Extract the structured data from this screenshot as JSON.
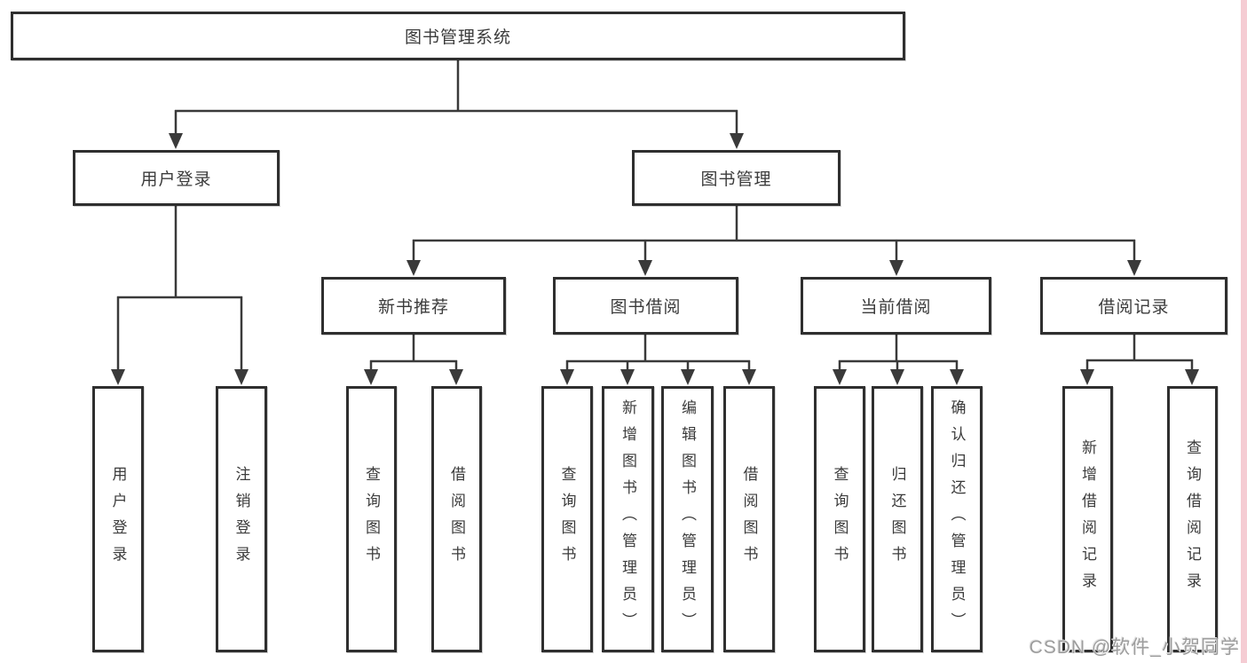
{
  "diagram": {
    "title": "图书管理系统",
    "branches": [
      {
        "label": "用户登录",
        "children": [
          {
            "label": "用户登录"
          },
          {
            "label": "注销登录"
          }
        ]
      },
      {
        "label": "图书管理",
        "children": [
          {
            "label": "新书推荐",
            "children": [
              {
                "label": "查询图书"
              },
              {
                "label": "借阅图书"
              }
            ]
          },
          {
            "label": "图书借阅",
            "children": [
              {
                "label": "查询图书"
              },
              {
                "label": "新增图书（管理员）"
              },
              {
                "label": "编辑图书（管理员）"
              },
              {
                "label": "借阅图书"
              }
            ]
          },
          {
            "label": "当前借阅",
            "children": [
              {
                "label": "查询图书"
              },
              {
                "label": "归还图书"
              },
              {
                "label": "确认归还（管理员）"
              }
            ]
          },
          {
            "label": "借阅记录",
            "children": [
              {
                "label": "新增借阅记录"
              },
              {
                "label": "查询借阅记录"
              }
            ]
          }
        ]
      }
    ]
  },
  "watermark": {
    "text": "CSDN @软件_小贺同学"
  },
  "colors": {
    "line": "#3a3a3a",
    "box_border": "#2f2f2f",
    "box_fill": "#ffffff",
    "text": "#3b3b3b",
    "watermark_text": "#9d9d9d",
    "right_edge_strip": "#f5ccd3"
  }
}
